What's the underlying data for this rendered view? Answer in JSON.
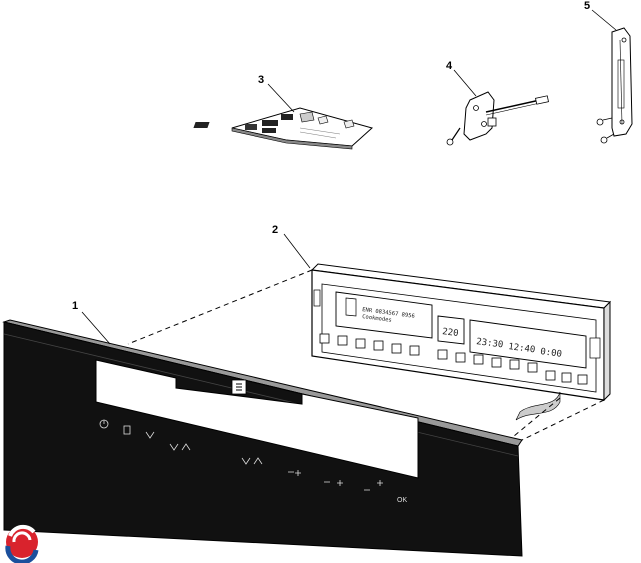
{
  "callouts": [
    {
      "id": "1",
      "label": "1"
    },
    {
      "id": "2",
      "label": "2"
    },
    {
      "id": "3",
      "label": "3"
    },
    {
      "id": "4",
      "label": "4"
    },
    {
      "id": "5",
      "label": "5"
    }
  ],
  "module_display": {
    "line1": "ENR 0834567 8956",
    "line2": "Cookmodes",
    "temp": "220",
    "clock1": "23:30",
    "clock2": "12:40",
    "clock3": "0:00"
  },
  "control_panel": {
    "ok_label": "OK",
    "minus_plus": "+",
    "minus": "−"
  },
  "icons": {
    "brand": "electrolux-logo-icon",
    "watermark": "watermark-logo-icon"
  }
}
